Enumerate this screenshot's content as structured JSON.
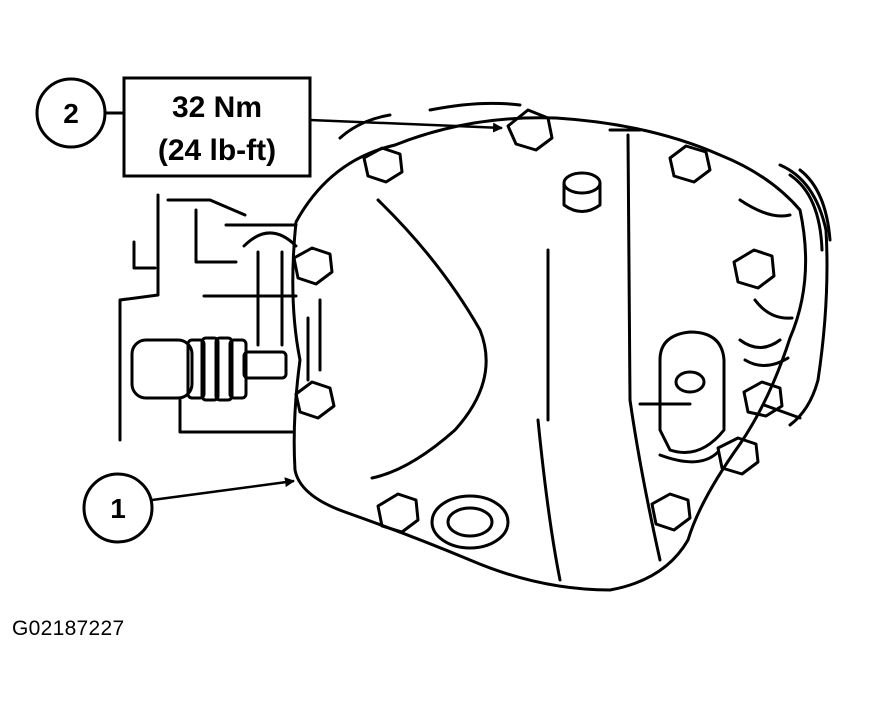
{
  "callouts": [
    {
      "number": "2",
      "spec_line1": "32 Nm",
      "spec_line2": "(24 lb-ft)"
    },
    {
      "number": "1"
    }
  ],
  "figure_id": "G02187227",
  "colors": {
    "ink": "#000000",
    "paper": "#ffffff"
  },
  "bolt_count": 10
}
